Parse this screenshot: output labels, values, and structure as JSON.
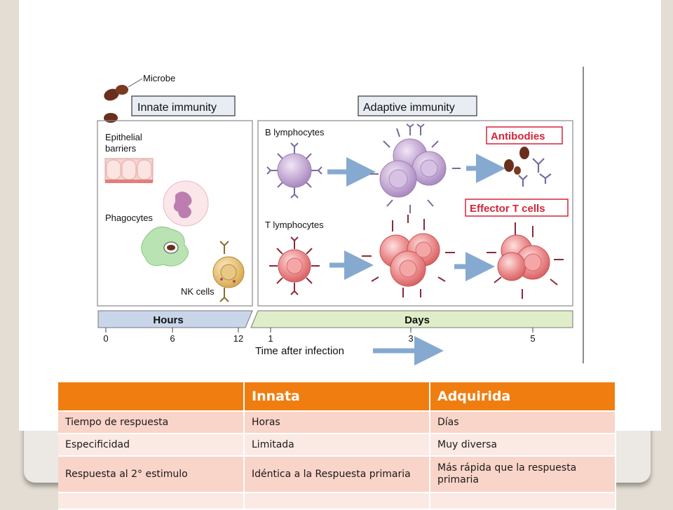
{
  "figure": {
    "microbe_label": "Microbe",
    "innate_title": "Innate immunity",
    "adaptive_title": "Adaptive immunity",
    "epithelial_label": [
      "Epithelial",
      "barriers"
    ],
    "phagocytes_label": "Phagocytes",
    "nk_label": "NK cells",
    "b_lymphocytes_label": "B lymphocytes",
    "t_lymphocytes_label": "T lymphocytes",
    "antibodies_label": "Antibodies",
    "effector_label": "Effector T cells",
    "hours_label": "Hours",
    "days_label": "Days",
    "hours_ticks": [
      "0",
      "6",
      "12"
    ],
    "days_ticks": [
      "1",
      "3",
      "5"
    ],
    "time_label": "Time after infection",
    "colors": {
      "b_cell": "#c7aed6",
      "t_cell": "#e8777a",
      "antibody_red": "#d5253a",
      "hours_bar": "#c9d6ea",
      "days_bar": "#dfeec9",
      "arrow": "#86a9d0",
      "microbe": "#6a2f1c"
    }
  },
  "table": {
    "headers": [
      "",
      "Innata",
      "Adquirida"
    ],
    "rows": [
      [
        "Tiempo de respuesta",
        "Horas",
        "Días"
      ],
      [
        "Especificidad",
        "Limitada",
        "Muy diversa"
      ],
      [
        "Respuesta al 2° estimulo",
        "Idéntica a la Respuesta primaria",
        "Más rápida que la respuesta primaria"
      ],
      [
        "",
        "",
        ""
      ]
    ],
    "colors": {
      "header": "#f07d10",
      "odd_row": "#f9d4c8",
      "even_row": "#fbe9e4"
    }
  }
}
